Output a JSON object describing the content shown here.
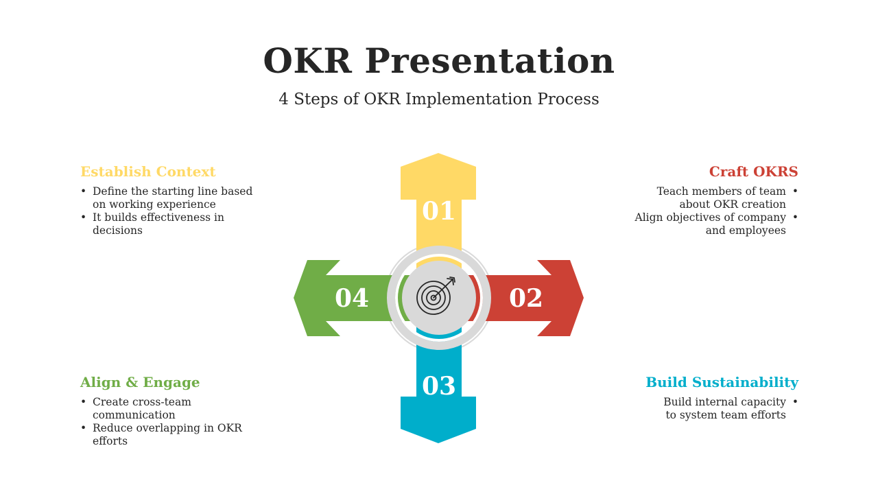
{
  "header": {
    "title": "OKR Presentation",
    "subtitle": "4 Steps of OKR Implementation Process"
  },
  "steps": [
    {
      "number": "01",
      "title": "Establish Context",
      "color": "#FFD966",
      "bullets": [
        "Define the starting line based on working experience",
        "It builds effectiveness in decisions"
      ]
    },
    {
      "number": "02",
      "title": "Craft OKRS",
      "color": "#CC4135",
      "bullets": [
        "Teach members of team about OKR creation",
        "Align objectives of company and employees"
      ]
    },
    {
      "number": "03",
      "title": "Build Sustainability",
      "color": "#00AECB",
      "bullets": [
        "Build internal capacity to system team efforts"
      ]
    },
    {
      "number": "04",
      "title": "Align & Engage",
      "color": "#70AD47",
      "bullets": [
        "Create cross-team communication",
        "Reduce overlapping in OKR efforts"
      ]
    }
  ],
  "center": {
    "icon": "target-dart-icon",
    "ring_color": "#D9D9D9"
  }
}
